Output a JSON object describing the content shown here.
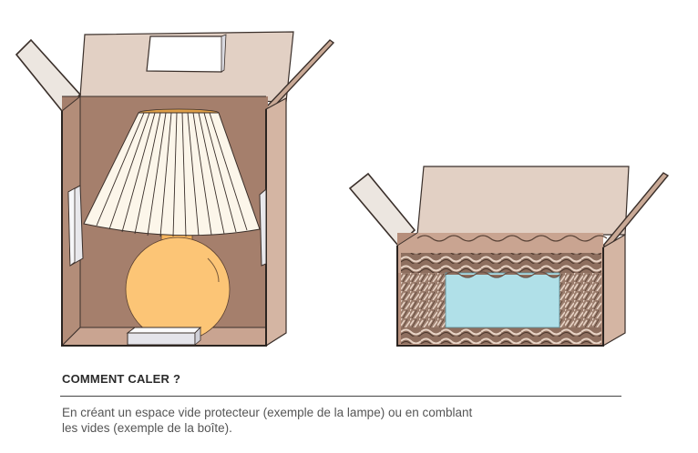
{
  "caption": {
    "title": "COMMENT CALER ?",
    "body_line1": "En créant un espace vide protecteur (exemple de la lampe) ou en comblant",
    "body_line2": "les vides (exemple de la boîte)."
  },
  "illustrations": [
    {
      "name": "lamp-box",
      "description": "Open cardboard box containing a table lamp held by foam blocks"
    },
    {
      "name": "filled-box",
      "description": "Open cardboard box with a blue object surrounded by crumpled paper filling"
    }
  ],
  "colors": {
    "box_inner": "#a57f6c",
    "box_flap": "#e2d0c4",
    "box_side": "#d4b5a3",
    "lamp_base": "#fcc576",
    "lampshade": "#fcf6ea",
    "object_blue": "#b0e0e8",
    "foam": "#e8e8ec"
  }
}
